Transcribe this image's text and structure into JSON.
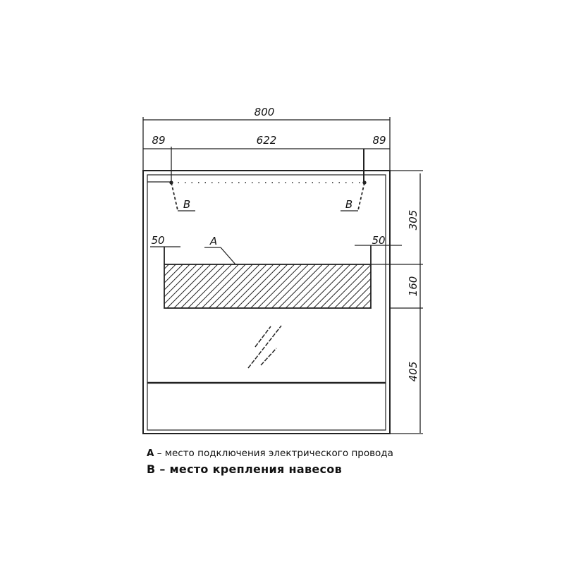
{
  "dimensions": {
    "total_width": "800",
    "left_offset": "89",
    "hanger_span": "622",
    "right_offset": "89",
    "left_margin": "50",
    "right_margin": "50",
    "top_height": "305",
    "zone_height": "160",
    "bottom_height": "405"
  },
  "markers": {
    "hanger_left": "B",
    "hanger_right": "B",
    "connection": "A"
  },
  "legend": [
    {
      "key": "A",
      "text": " – место подключения электрического провода"
    },
    {
      "key": "B",
      "text": " – место крепления навесов"
    }
  ]
}
